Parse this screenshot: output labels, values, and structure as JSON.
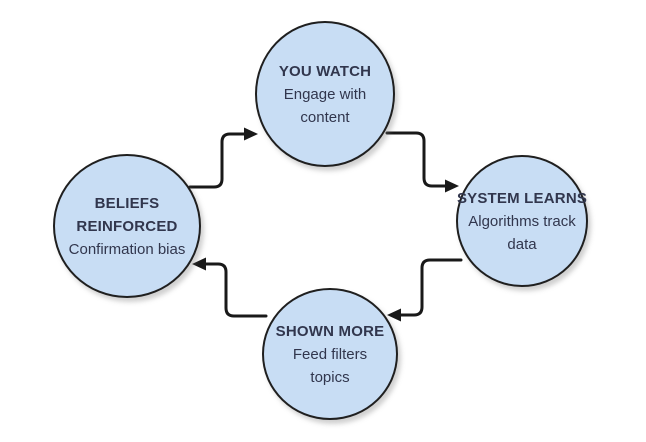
{
  "diagram": {
    "type": "cycle",
    "colors": {
      "node_fill": "#c8ddf4",
      "node_stroke": "#1f1f1f",
      "text": "#31364d",
      "arrow": "#191919",
      "background": "#ffffff"
    },
    "nodes": [
      {
        "id": "you-watch",
        "position": "top",
        "title_lines": [
          "YOU WATCH"
        ],
        "body_lines": [
          "Engage with",
          "content"
        ]
      },
      {
        "id": "system-learns",
        "position": "right",
        "title_lines": [
          "SYSTEM LEARNS"
        ],
        "body_lines": [
          "Algorithms track",
          "data"
        ]
      },
      {
        "id": "shown-more",
        "position": "bottom",
        "title_lines": [
          "SHOWN MORE"
        ],
        "body_lines": [
          "Feed filters",
          "topics"
        ]
      },
      {
        "id": "beliefs-reinforced",
        "position": "left",
        "title_lines": [
          "BELIEFS",
          "REINFORCED"
        ],
        "body_lines": [
          "Confirmation bias"
        ]
      }
    ],
    "edges": [
      {
        "from": "beliefs-reinforced",
        "to": "you-watch"
      },
      {
        "from": "you-watch",
        "to": "system-learns"
      },
      {
        "from": "system-learns",
        "to": "shown-more"
      },
      {
        "from": "shown-more",
        "to": "beliefs-reinforced"
      }
    ]
  }
}
